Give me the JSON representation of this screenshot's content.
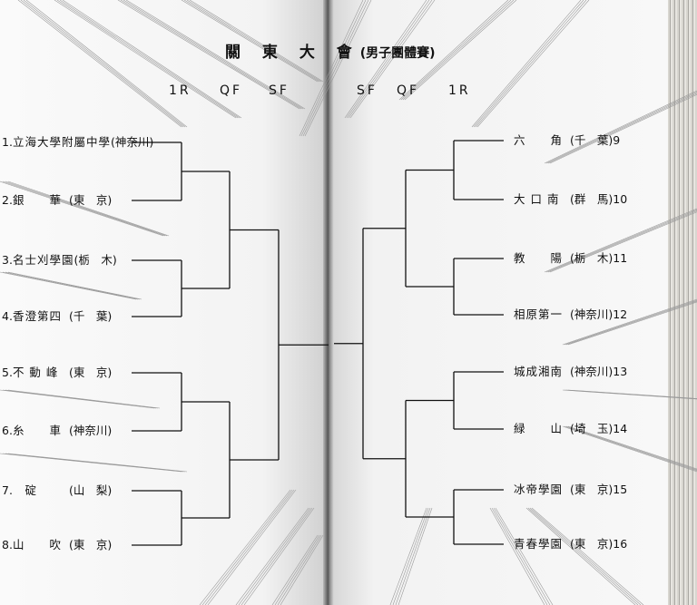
{
  "title": {
    "main": "關 東 大 會",
    "sub": "(男子團體賽)"
  },
  "rounds_left": [
    "1R",
    "QF",
    "SF"
  ],
  "rounds_right": [
    "SF",
    "QF",
    "1R"
  ],
  "left_teams": [
    {
      "seed": "1.",
      "school": "立海大學附屬中學",
      "prefecture": "(神奈川)"
    },
    {
      "seed": "2.",
      "school": "銀　　華",
      "prefecture": "(東　京)"
    },
    {
      "seed": "3.",
      "school": "名士刈學園",
      "prefecture": "(栃　木)"
    },
    {
      "seed": "4.",
      "school": "香澄第四",
      "prefecture": "(千　葉)"
    },
    {
      "seed": "5.",
      "school": "不 動 峰",
      "prefecture": "(東　京)"
    },
    {
      "seed": "6.",
      "school": "糸　　車",
      "prefecture": "(神奈川)"
    },
    {
      "seed": "7.",
      "school": "　碇　",
      "prefecture": "(山　梨)"
    },
    {
      "seed": "8.",
      "school": "山　　吹",
      "prefecture": "(東　京)"
    }
  ],
  "right_teams": [
    {
      "seed": "9",
      "school": "六　　角",
      "prefecture": "(千　葉)"
    },
    {
      "seed": "10",
      "school": "大 口 南",
      "prefecture": "(群　馬)"
    },
    {
      "seed": "11",
      "school": "教　　陽",
      "prefecture": "(栃　木)"
    },
    {
      "seed": "12",
      "school": "相原第一",
      "prefecture": "(神奈川)"
    },
    {
      "seed": "13",
      "school": "城成湘南",
      "prefecture": "(神奈川)"
    },
    {
      "seed": "14",
      "school": "緑　　山",
      "prefecture": "(埼　玉)"
    },
    {
      "seed": "15",
      "school": "冰帝學園",
      "prefecture": "(東　京)"
    },
    {
      "seed": "16",
      "school": "青春學園",
      "prefecture": "(東　京)"
    }
  ]
}
